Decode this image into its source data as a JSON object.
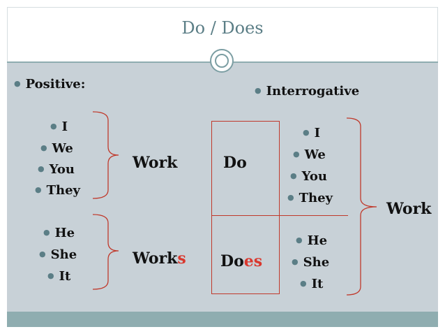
{
  "title": "Do / Does",
  "positive_heading": "Positive:",
  "interrogative_heading": "Interrogative",
  "positive_group1": [
    "I",
    "We",
    "You",
    "They"
  ],
  "positive_group2": [
    "He",
    "She",
    "It"
  ],
  "verb_plain": "Work",
  "verb_s_stem": "Work",
  "verb_s_suffix": "s",
  "aux_do": "Do",
  "aux_does_stem": "Do",
  "aux_does_suffix": "es",
  "interrogative_group1": [
    "I",
    "We",
    "You",
    "They"
  ],
  "interrogative_group2": [
    "He",
    "She",
    "It"
  ],
  "verb_interrogative": "Work",
  "colors": {
    "accent": "#5b7e86",
    "highlight": "#d9382e",
    "background": "#c8d1d7",
    "footer": "#8fadb0"
  }
}
